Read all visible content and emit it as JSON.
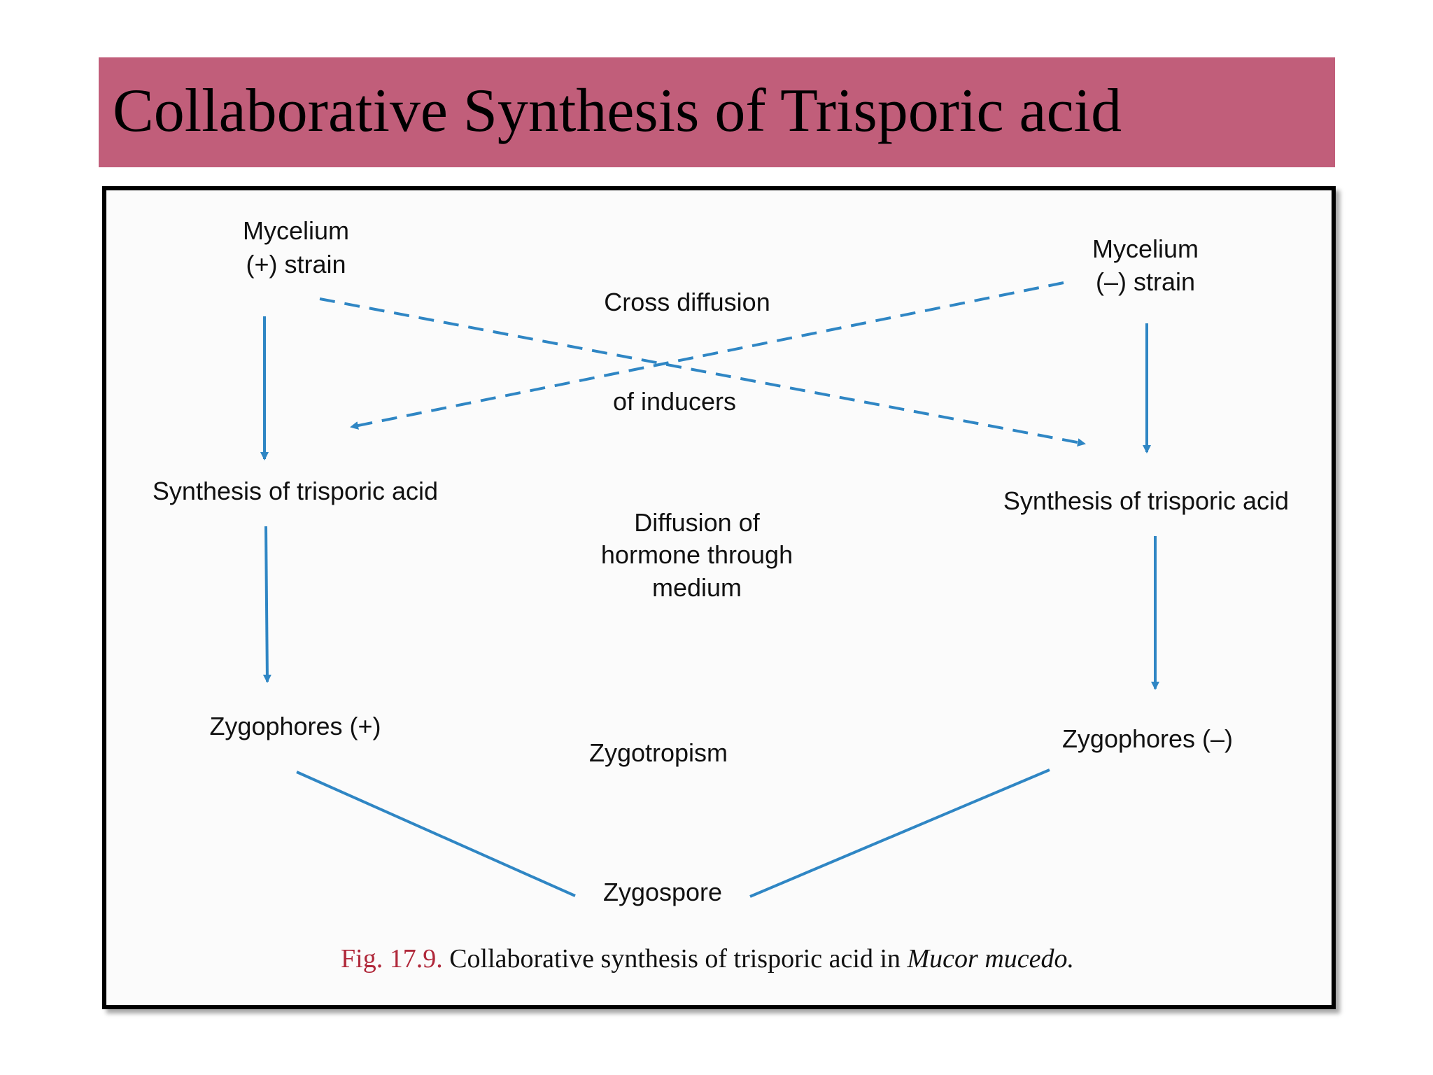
{
  "slide": {
    "title": "Collaborative Synthesis of Trisporic acid"
  },
  "diagram": {
    "left": {
      "mycelium_line1": "Mycelium",
      "mycelium_line2": "(+) strain",
      "synthesis": "Synthesis of trisporic acid",
      "zygophores": "Zygophores (+)"
    },
    "right": {
      "mycelium_line1": "Mycelium",
      "mycelium_line2": "(–) strain",
      "synthesis": "Synthesis of trisporic acid",
      "zygophores": "Zygophores (–)"
    },
    "center": {
      "cross_diffusion": "Cross diffusion",
      "of_inducers": "of inducers",
      "diffusion_line1": "Diffusion of",
      "diffusion_line2": "hormone through",
      "diffusion_line3": "medium",
      "zygotropism": "Zygotropism",
      "zygospore": "Zygospore"
    },
    "caption": {
      "fig_label": "Fig. 17.9.",
      "text": "Collaborative synthesis of trisporic acid in",
      "species": "Mucor mucedo."
    },
    "colors": {
      "arrow": "#2f86c4",
      "title_bar": "#c15e7a",
      "caption_label": "#b0283a"
    }
  }
}
